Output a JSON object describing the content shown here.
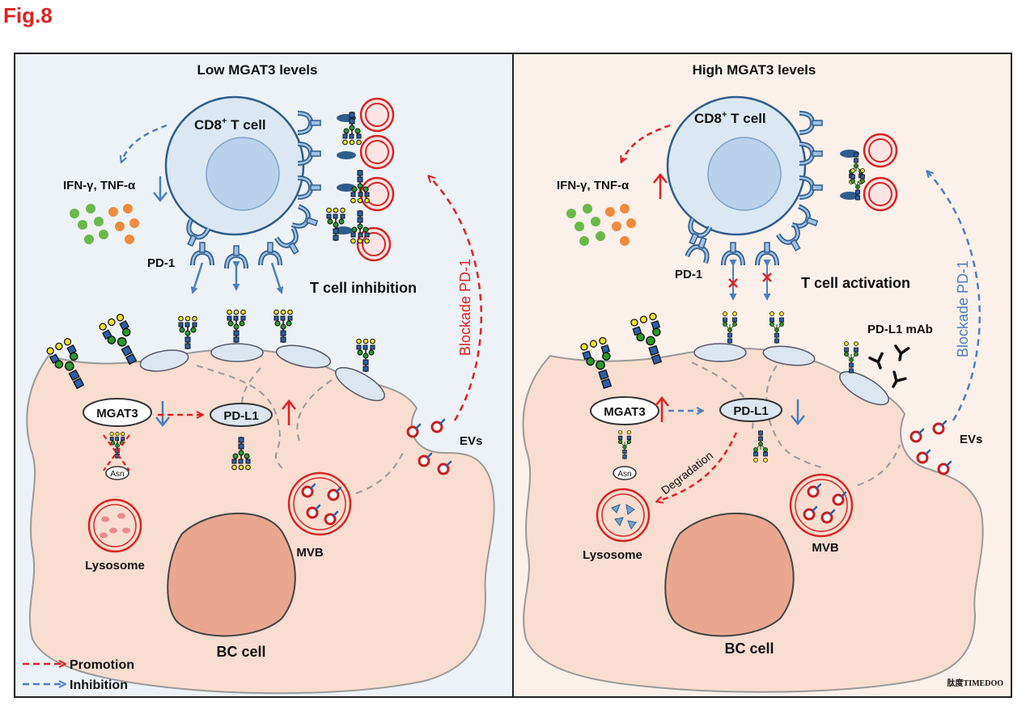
{
  "figure_label": "Fig.8",
  "watermark": "肽度TIMEDOO",
  "legend": {
    "promotion": "Promotion",
    "inhibition": "Inhibition",
    "promotion_color": "#e02020",
    "inhibition_color": "#4a7fc1"
  },
  "left_panel": {
    "title": "Low MGAT3 levels",
    "t_cell": "CD8",
    "t_cell_sup": "+",
    "t_cell_suffix": " T cell",
    "cytokines": "IFN-γ, TNF-α",
    "pd1": "PD-1",
    "t_cell_state": "T cell inhibition",
    "blockade": "Blockade PD-1",
    "mgat3": "MGAT3",
    "pdl1": "PD-L1",
    "asn": "Asn",
    "evs": "EVs",
    "lysosome": "Lysosome",
    "mvb": "MVB",
    "bc_cell": "BC cell",
    "background": "#edf2f7"
  },
  "right_panel": {
    "title": "High MGAT3 levels",
    "t_cell": "CD8",
    "t_cell_sup": "+",
    "t_cell_suffix": " T cell",
    "cytokines": "IFN-γ, TNF-α",
    "pd1": "PD-1",
    "t_cell_state": "T cell activation",
    "blockade": "Blockade PD-1",
    "mgat3": "MGAT3",
    "pdl1": "PD-L1",
    "asn": "Asn",
    "pdl1_mab": "PD-L1 mAb",
    "degradation": "Degradation",
    "evs": "EVs",
    "lysosome": "Lysosome",
    "mvb": "MVB",
    "bc_cell": "BC cell",
    "background": "#fbf0ea"
  }
}
